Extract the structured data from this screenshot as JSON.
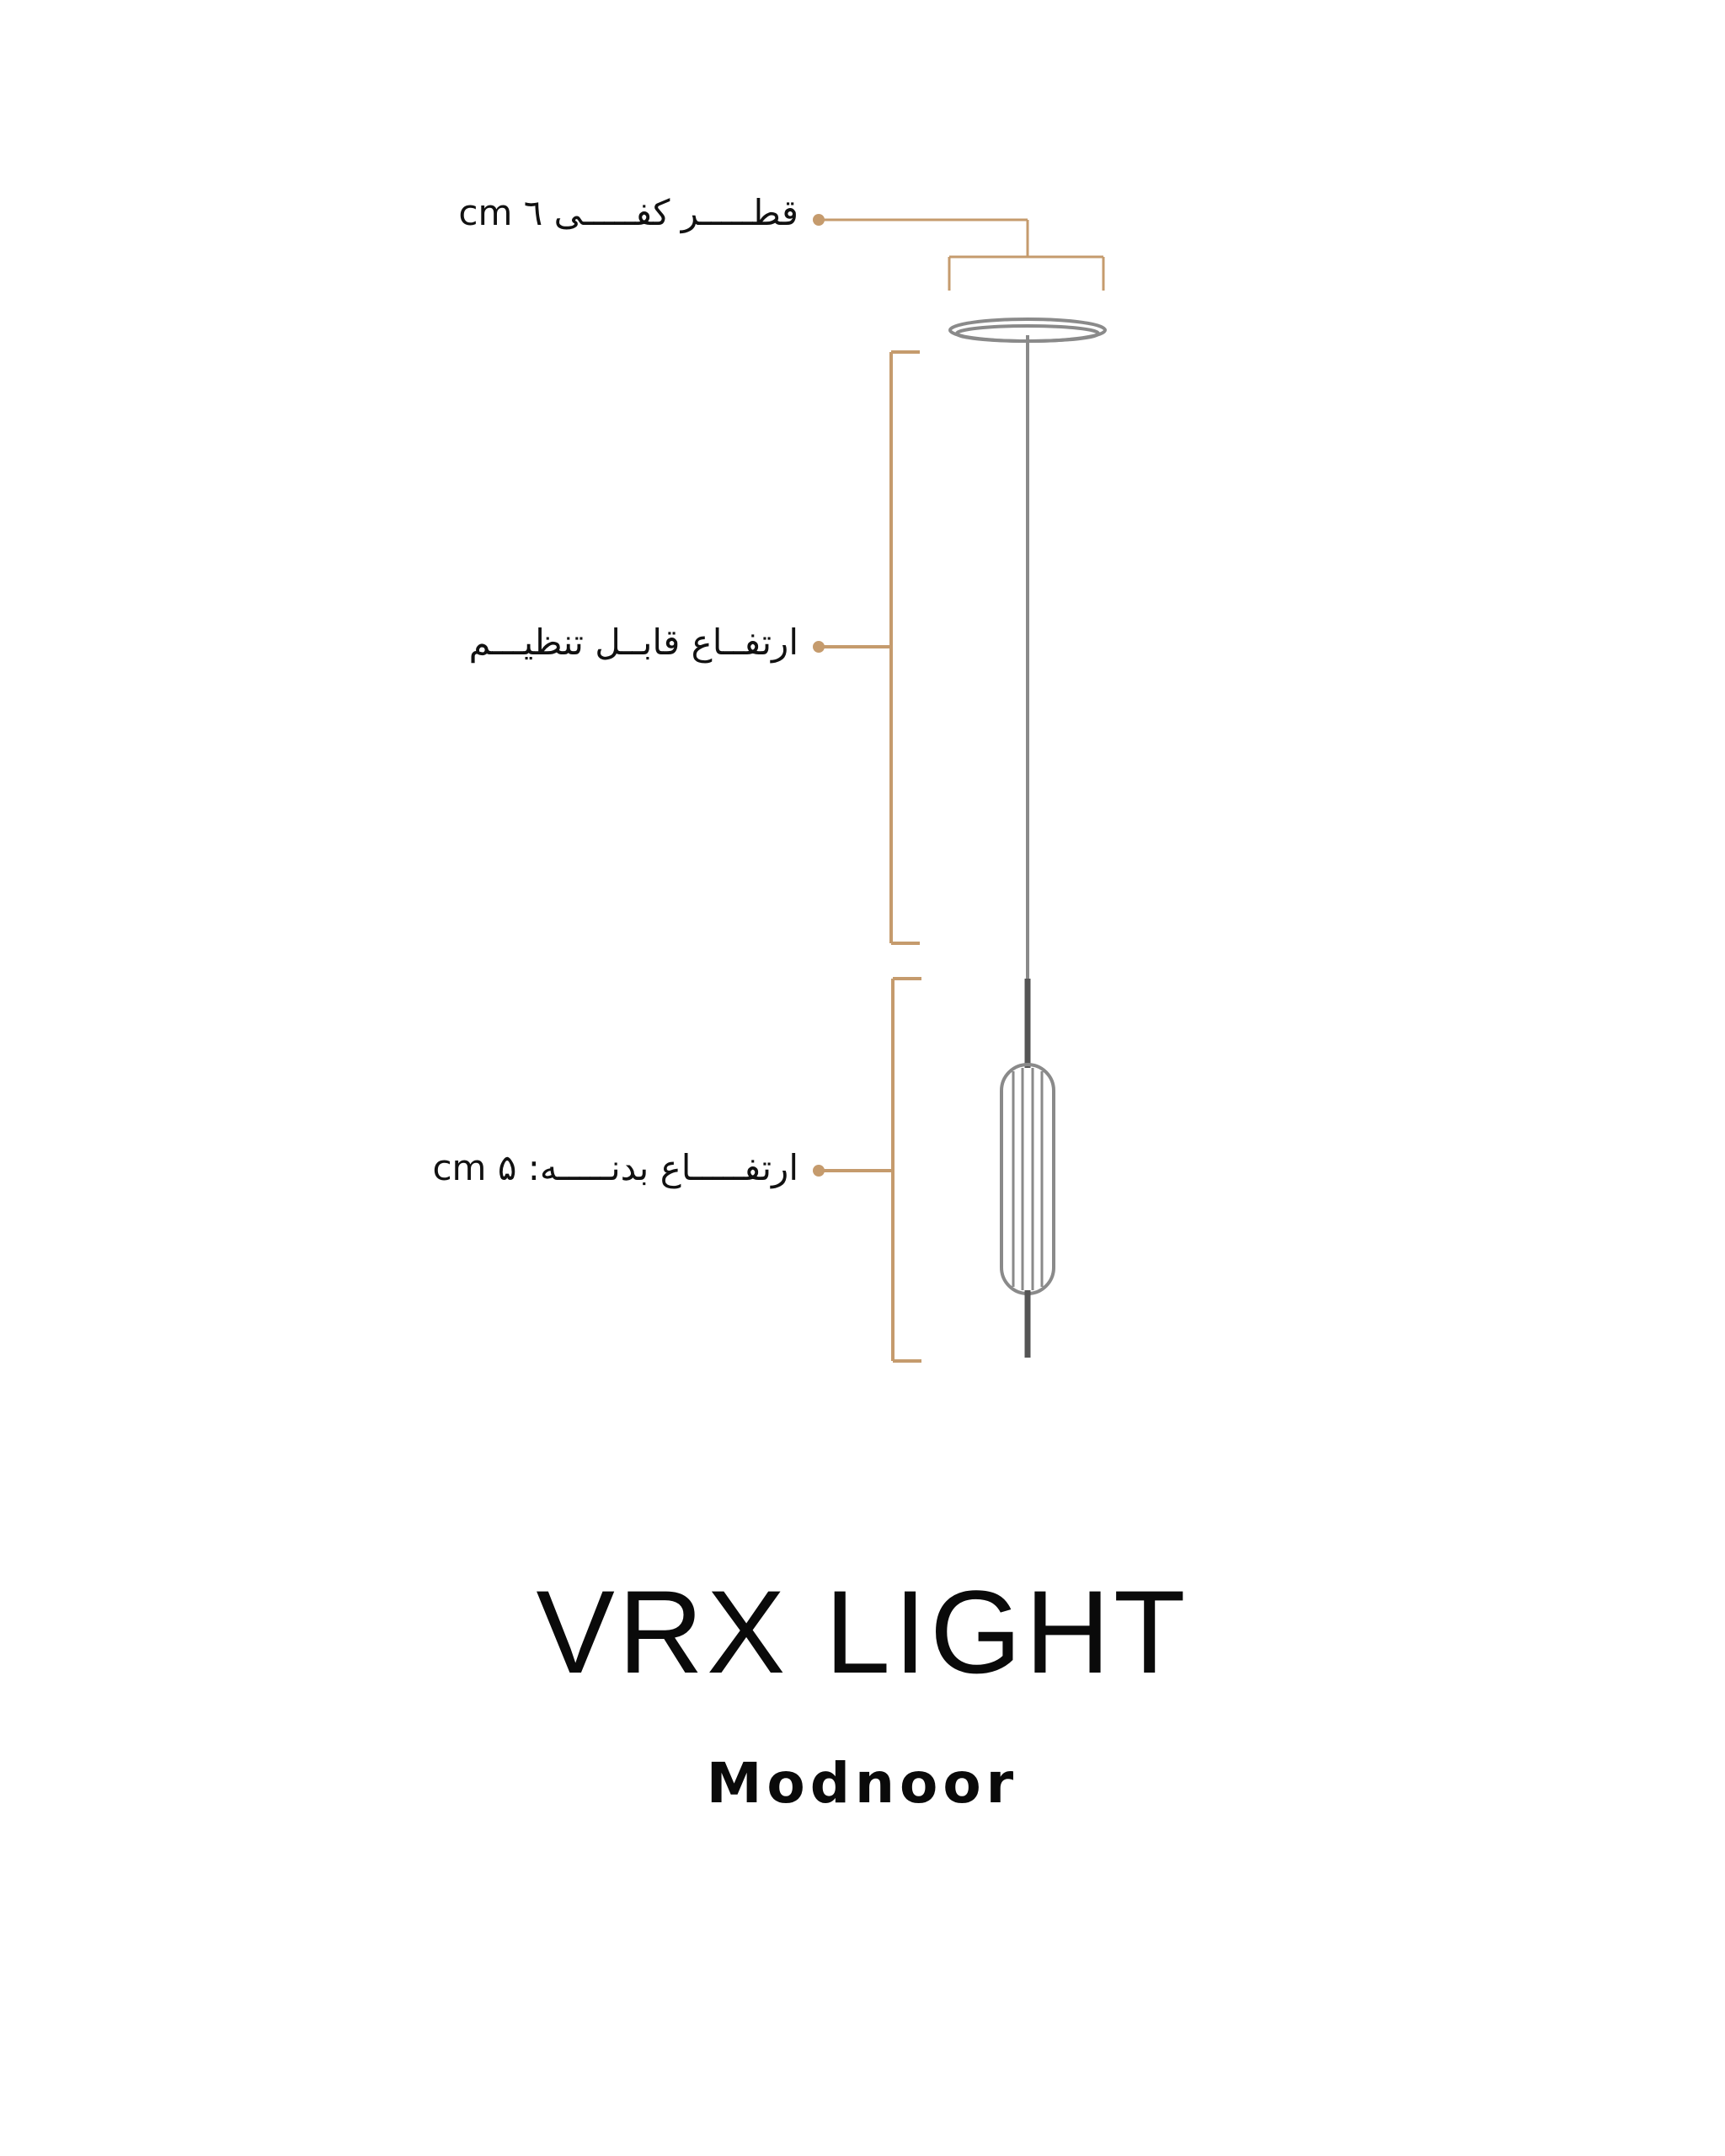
{
  "labels": {
    "diameter": "قطـــــر کفـــــی ٦ cm",
    "adjustable_height": "ارتفــاع قابــل تنظیـــم",
    "body_height": "ارتفـــــاع بدنـــــه: ۵ cm"
  },
  "product": {
    "title": "VRX LIGHT",
    "brand": "Modnoor"
  },
  "colors": {
    "dimension_lines": "#C59B6D",
    "fixture": "#8A8A8A",
    "fixture_dark": "#555555",
    "text": "#111111"
  }
}
